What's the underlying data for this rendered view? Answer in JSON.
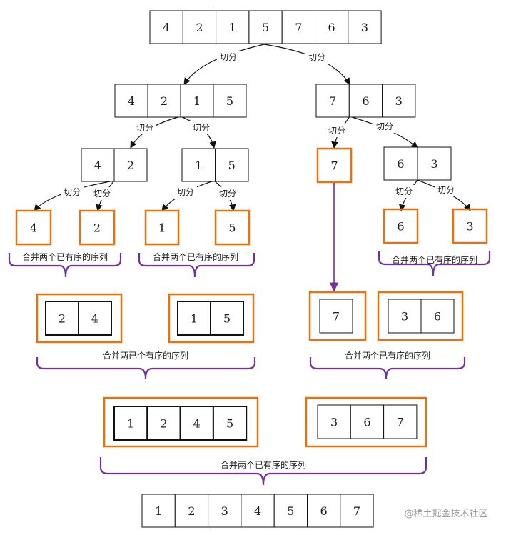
{
  "diagram": {
    "accent_orange": "#E8730C",
    "accent_purple": "#7030A0",
    "arrow_label": "切分",
    "merge_label": "合并两个已有序的序列",
    "merge_label_2": "合并两已个有序的序列",
    "watermark": "@稀土掘金技术社区",
    "rows": {
      "root": [
        "4",
        "2",
        "1",
        "5",
        "7",
        "6",
        "3"
      ],
      "level1_left": [
        "4",
        "2",
        "1",
        "5"
      ],
      "level1_right": [
        "7",
        "6",
        "3"
      ],
      "level2_a": [
        "4",
        "2"
      ],
      "level2_b": [
        "1",
        "5"
      ],
      "level2_c": [
        "7"
      ],
      "level2_d": [
        "6",
        "3"
      ],
      "leaf_4": [
        "4"
      ],
      "leaf_2": [
        "2"
      ],
      "leaf_1": [
        "1"
      ],
      "leaf_5": [
        "5"
      ],
      "leaf_6": [
        "6"
      ],
      "leaf_3": [
        "3"
      ],
      "merged_24": [
        "2",
        "4"
      ],
      "merged_15": [
        "1",
        "5"
      ],
      "merged_7": [
        "7"
      ],
      "merged_36": [
        "3",
        "6"
      ],
      "merged_1245": [
        "1",
        "2",
        "4",
        "5"
      ],
      "merged_367": [
        "3",
        "6",
        "7"
      ],
      "result": [
        "1",
        "2",
        "3",
        "4",
        "5",
        "6",
        "7"
      ]
    }
  }
}
